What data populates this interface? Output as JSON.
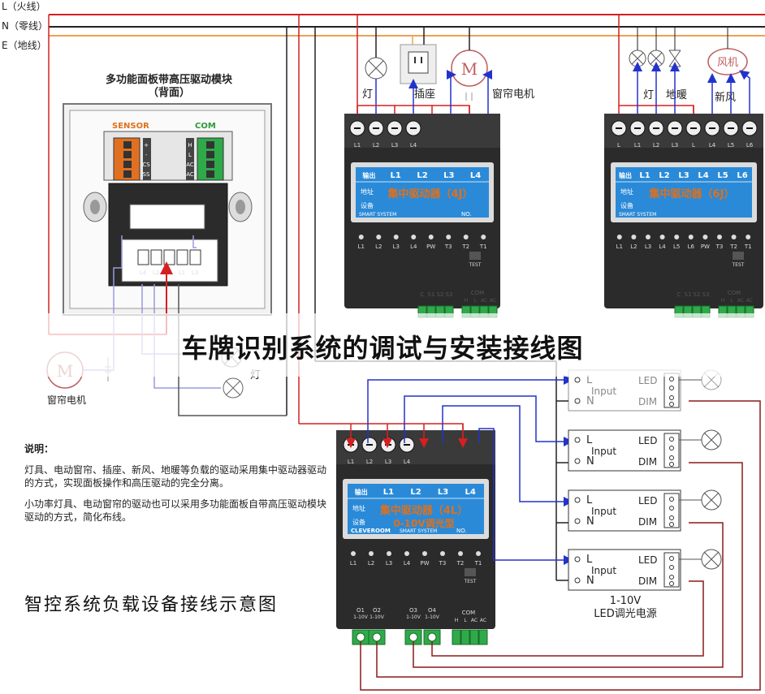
{
  "rails": {
    "live": "L（火线）",
    "neutral": "N（零线）",
    "earth": "E（地线）"
  },
  "panel": {
    "title_line1": "多功能面板带高压驱动模块",
    "title_line2": "（背面）",
    "sensor_label": "SENSOR",
    "com_label": "COM",
    "sensor_pins": [
      "+",
      "-",
      "CS",
      "SS"
    ],
    "com_pins": [
      "H",
      "L",
      "AC",
      "AC"
    ],
    "bottom_pins": [
      "L4",
      "L2",
      "L",
      "L1",
      "L3"
    ]
  },
  "loads_top": {
    "lamp": "灯",
    "socket": "插座",
    "curtain": "窗帘电机",
    "motor_glyph": "M",
    "lamp2": "灯",
    "floor_heating": "地暖",
    "fan": "风机",
    "fresh_air": "新风"
  },
  "driver_4j": {
    "terminals": [
      "L1",
      "L2",
      "L3",
      "L4"
    ],
    "lcd_headers": [
      "输出",
      "L1",
      "L2",
      "L3",
      "L4"
    ],
    "lcd_row2": "地址",
    "lcd_row3": "设备",
    "lcd_name": "集中驱动器（4J）",
    "lcd_foot": "SMART SYSTEM",
    "lcd_no": "NO.",
    "led_labels": [
      "L1",
      "L2",
      "L3",
      "L4",
      "PW",
      "T3",
      "T2",
      "T1"
    ],
    "test": "TEST",
    "bottom_left": [
      "C",
      "S1",
      "S2",
      "S3"
    ],
    "bottom_com": "COM",
    "bottom_com_pins": [
      "H",
      "L",
      "AC",
      "AC"
    ]
  },
  "driver_6j": {
    "terminals": [
      "L",
      "L1",
      "L2",
      "L3",
      "L",
      "L4",
      "L5",
      "L6"
    ],
    "lcd_headers": [
      "输出",
      "L1",
      "L2",
      "L3",
      "L4",
      "L5",
      "L6"
    ],
    "lcd_row2": "地址",
    "lcd_row3": "设备",
    "lcd_name": "集中驱动器（6J）",
    "lcd_foot": "SMART SYSTEM",
    "led_labels": [
      "L1",
      "L2",
      "L3",
      "L4",
      "L5",
      "L6",
      "PW",
      "T3",
      "T2",
      "T1"
    ],
    "test": "TEST",
    "bottom_left": [
      "C",
      "S1",
      "S2",
      "S3"
    ],
    "bottom_com": "COM",
    "bottom_com_pins": [
      "H",
      "L",
      "AC",
      "AC"
    ]
  },
  "driver_4l": {
    "terminals": [
      "L1",
      "L2",
      "L3",
      "L4"
    ],
    "lcd_headers": [
      "输出",
      "L1",
      "L2",
      "L3",
      "L4"
    ],
    "lcd_row2": "地址",
    "lcd_row3": "设备",
    "lcd_name": "集中驱动器（4L）",
    "lcd_name2": "0-10V调光型",
    "lcd_brand": "CLEVEROOM",
    "lcd_foot": "SMART SYSTEM",
    "lcd_no": "NO.",
    "led_labels": [
      "L1",
      "L2",
      "L3",
      "L4",
      "PW",
      "T3",
      "T2",
      "T1"
    ],
    "test": "TEST",
    "outputs": [
      "O1",
      "O2",
      "O3",
      "O4"
    ],
    "output_sub": "1-10V",
    "bottom_com": "COM",
    "bottom_com_pins": [
      "H",
      "L",
      "AC",
      "AC"
    ]
  },
  "led_supply": {
    "pin_l": "L",
    "pin_n": "N",
    "input": "Input",
    "led": "LED",
    "dim": "DIM",
    "caption_line1": "1-10V",
    "caption_line2": "LED调光电源"
  },
  "left_loads": {
    "curtain": "窗帘电机",
    "lamp": "灯",
    "motor_glyph": "M"
  },
  "banner": "车牌识别系统的调试与安装接线图",
  "notes": {
    "heading": "说明：",
    "para1": "灯具、电动窗帘、插座、新风、地暖等负载的驱动采用集中驱动器驱动的方式，实现面板操作和高压驱动的完全分离。",
    "para2": "小功率灯具、电动窗帘的驱动也可以采用多功能面板自带高压驱动模块驱动的方式，简化布线。"
  },
  "big_title": "智控系统负载设备接线示意图",
  "colors": {
    "live": "#d42020",
    "neutral": "#222222",
    "earth": "#f0a050",
    "signal": "#2233cc",
    "dim": "#8b1a1a",
    "lcd": "#2a8ad8",
    "module": "#2b2b2b",
    "terminal_green": "#2faa4a"
  }
}
